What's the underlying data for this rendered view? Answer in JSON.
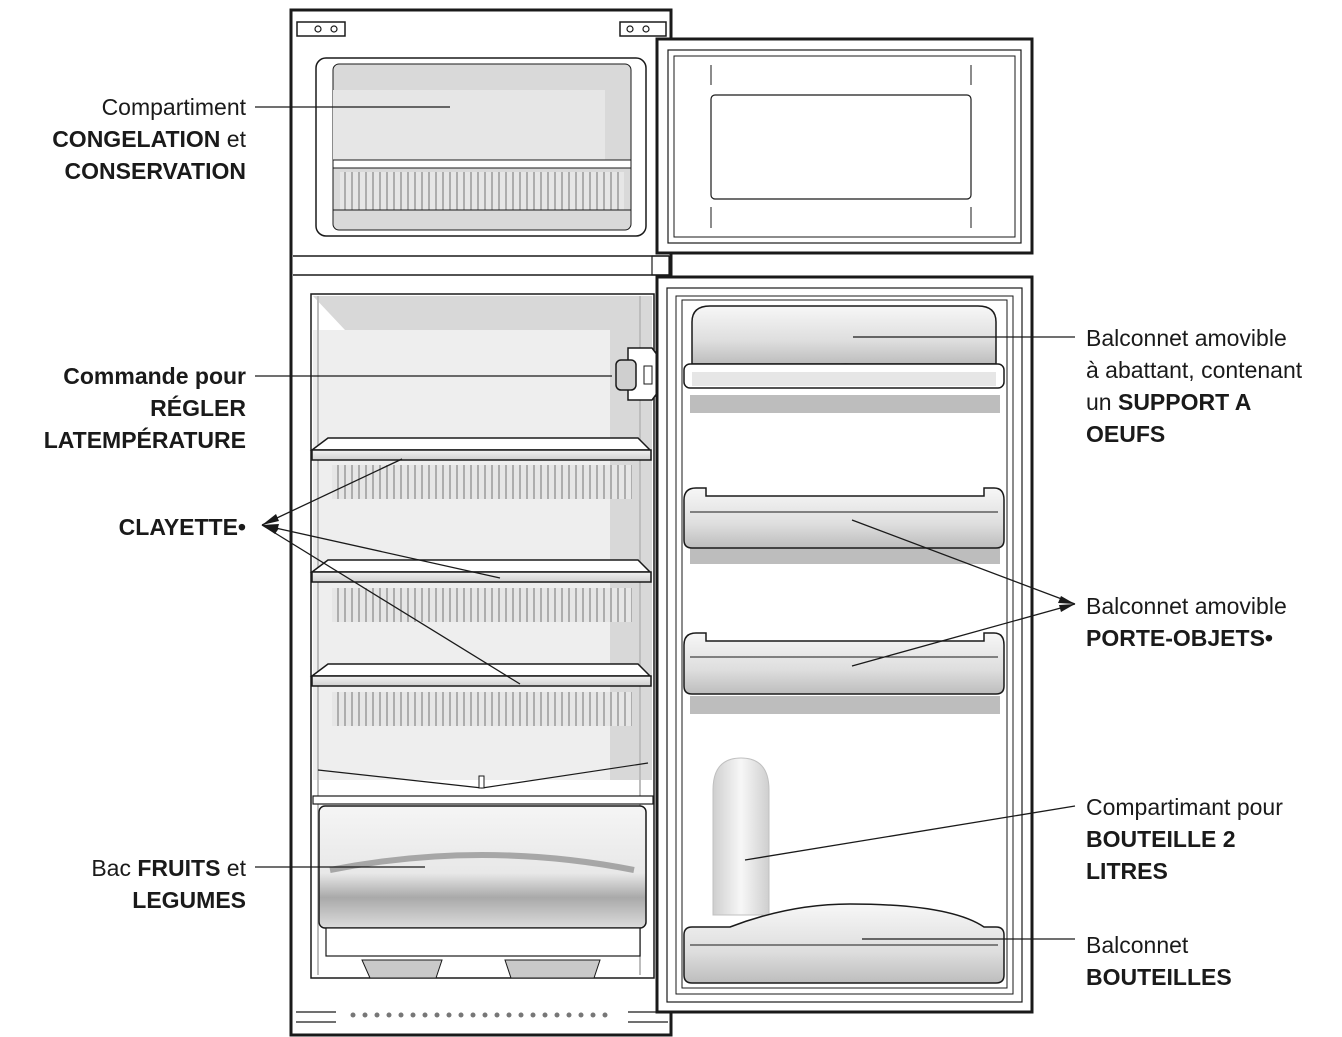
{
  "labels": {
    "freezer": {
      "l1": "Compartiment",
      "l2_bold": "CONGELATION",
      "l2_rest": " et",
      "l3_bold": "CONSERVATION"
    },
    "thermostat": {
      "l1_bold": "Commande pour",
      "l2_bold": "RÉGLER",
      "l3_bold": "LATEMPÉRATURE"
    },
    "shelf": {
      "l1_bold": "CLAYETTE•"
    },
    "crisper": {
      "l1_pre": "Bac ",
      "l1_bold": "FRUITS",
      "l1_rest": " et",
      "l2_bold": "LEGUMES"
    },
    "egg_balcony": {
      "l1": "Balconnet amovible",
      "l2": "à abattant, contenant",
      "l3_pre": "un ",
      "l3_bold": "SUPPORT A",
      "l4_bold": "OEUFS"
    },
    "object_balcony": {
      "l1": "Balconnet amovible",
      "l2_bold": "PORTE-OBJETS•"
    },
    "bottle_compartment": {
      "l1": "Compartimant pour",
      "l2_bold": "BOUTEILLE 2",
      "l3_bold": "LITRES"
    },
    "bottle_balcony": {
      "l1": "Balconnet",
      "l2_bold": "BOUTEILLES"
    }
  }
}
